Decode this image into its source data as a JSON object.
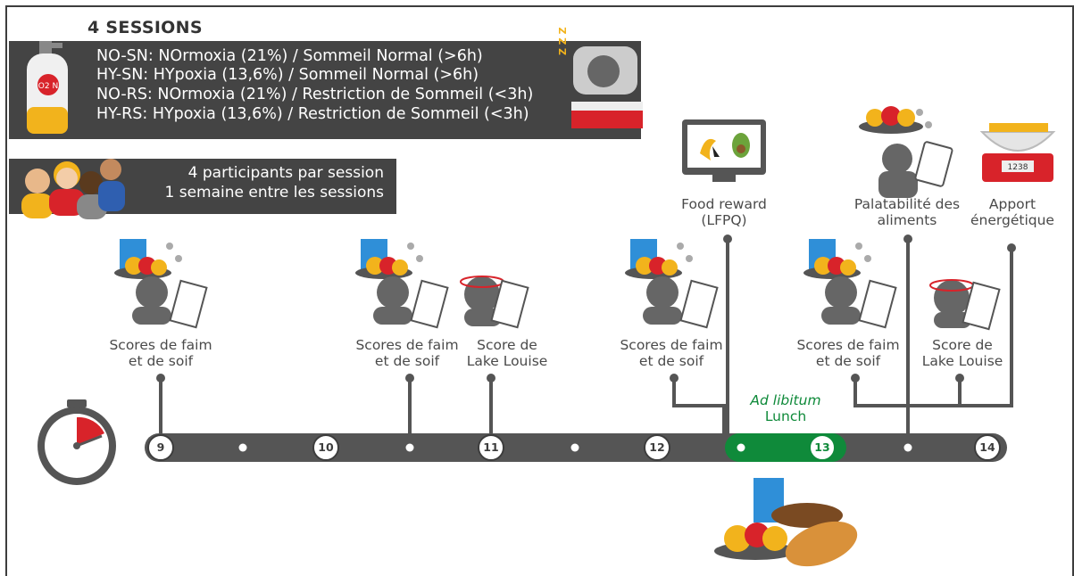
{
  "header": {
    "title": "4 SESSIONS"
  },
  "sessions": [
    "NO-SN: NOrmoxia (21%) / Sommeil Normal (>6h)",
    "HY-SN: HYpoxia (13,6%) / Sommeil Normal (>6h)",
    "NO-RS: NOrmoxia (21%) / Restriction de Sommeil (<3h)",
    "HY-RS: HYpoxia (13,6%) / Restriction de Sommeil (<3h)"
  ],
  "participants": {
    "line1": "4 participants par session",
    "line2": "1 semaine entre les sessions"
  },
  "oxygen_tank": {
    "label": "O2 N"
  },
  "sleep_icon": {
    "letters": "Z Z Z"
  },
  "scale_icon": {
    "display": "1238"
  },
  "timeline": {
    "hours": [
      "9",
      "10",
      "11",
      "12",
      "13",
      "14"
    ],
    "lunch_hour": "13",
    "lunch_label_1": "Ad libitum",
    "lunch_label_2": "Lunch"
  },
  "events": [
    {
      "line1": "Scores de faim",
      "line2": "et de soif"
    },
    {
      "line1": "Scores de faim",
      "line2": "et de soif"
    },
    {
      "line1": "Score de",
      "line2": "Lake Louise"
    },
    {
      "line1": "Scores de faim",
      "line2": "et de soif"
    },
    {
      "line1": "Food reward",
      "line2": "(LFPQ)"
    },
    {
      "line1": "Scores de faim",
      "line2": "et de soif"
    },
    {
      "line1": "Score de",
      "line2": "Lake Louise"
    },
    {
      "line1": "Palatabilité des",
      "line2": "aliments"
    },
    {
      "line1": "Apport",
      "line2": "énergétique"
    }
  ],
  "colors": {
    "dark": "#444444",
    "timeline": "#555555",
    "green": "#0f8a3a",
    "text": "#4a4a4a",
    "food_yellow": "#f2b31c",
    "food_red": "#d8232a",
    "water_blue": "#2f8fd8"
  }
}
